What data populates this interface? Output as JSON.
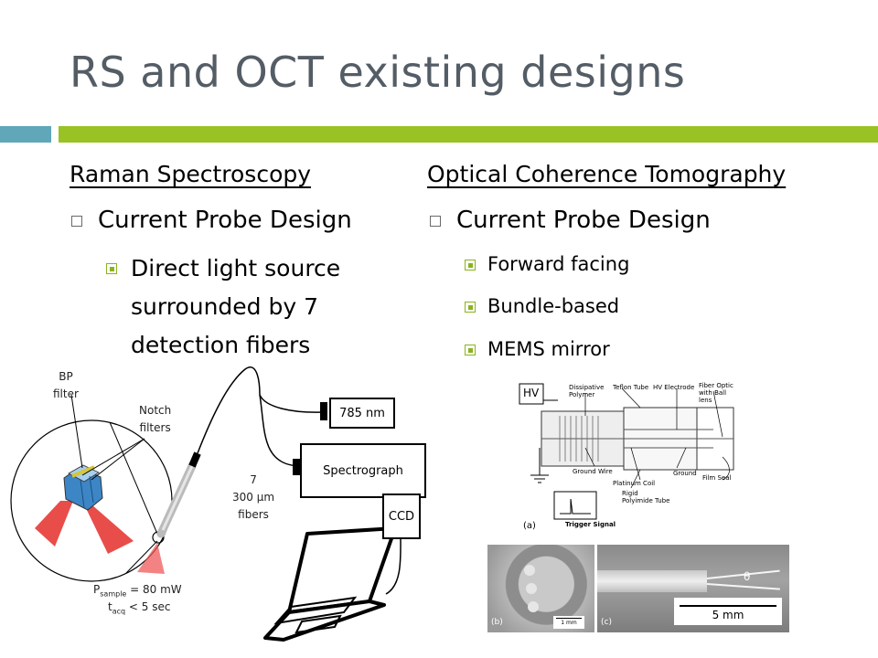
{
  "slide": {
    "title": "RS and OCT existing designs"
  },
  "left": {
    "heading": "Raman Spectroscopy",
    "bullet": "Current Probe Design",
    "sub_line1": "Direct light source",
    "sub_line2": "surrounded by 7",
    "sub_line3": "detection fibers"
  },
  "right": {
    "heading": "Optical Coherence Tomography",
    "bullet": "Current Probe Design",
    "subs": [
      "Forward facing",
      "Bundle-based",
      "MEMS mirror"
    ]
  },
  "raman_diagram": {
    "bp_filter": [
      "BP",
      "filter"
    ],
    "notch_filters": [
      "Notch",
      "filters"
    ],
    "laser": "785 nm",
    "spectrograph": "Spectrograph",
    "ccd": "CCD",
    "fibers": [
      "7",
      "300 μm",
      "fibers"
    ],
    "p_sample": "P",
    "p_sample_sub": "sample",
    "p_sample_val": " = 80 mW",
    "t_acq": "t",
    "t_acq_sub": "acq",
    "t_acq_val": " < 5 sec"
  },
  "oct_diagram": {
    "hv": "HV",
    "dissipative_polymer": [
      "Dissipative",
      "Polymer"
    ],
    "teflon_tube": "Teflon Tube",
    "hv_electrode": "HV Electrode",
    "fiber_optic": [
      "Fiber Optic",
      "with Ball",
      "lens"
    ],
    "ground_wire": "Ground Wire",
    "platinum_coil": "Platinum Coil",
    "ground": "Ground",
    "rigid_tube": [
      "Rigid",
      "Polyimide Tube"
    ],
    "film_seal": "Film Seal",
    "trigger_signal": "Trigger Signal",
    "label_a": "(a)",
    "label_b": "(b)",
    "label_c": "(c)",
    "scale_b": "1 mm",
    "scale_c": "5 mm",
    "theta": "θ"
  }
}
